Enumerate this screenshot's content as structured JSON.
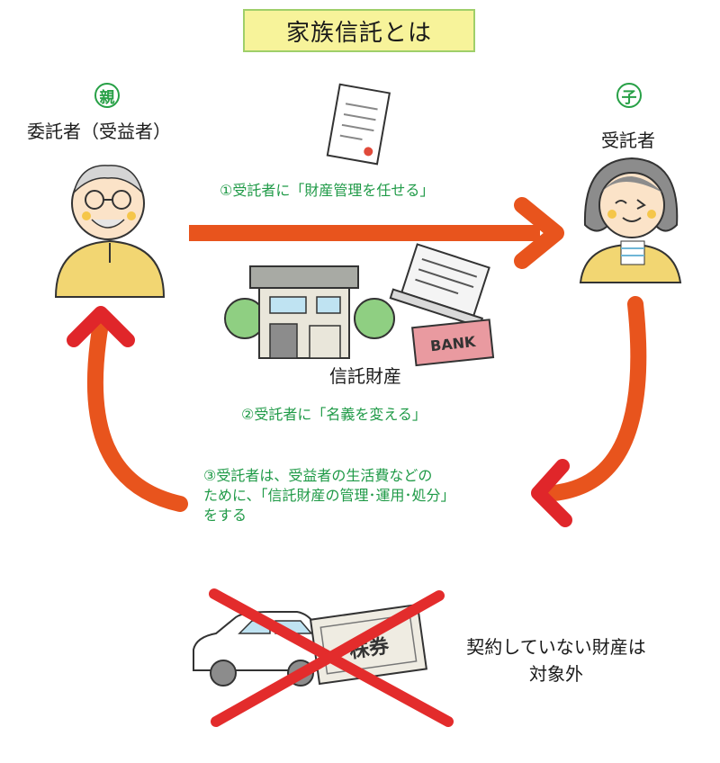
{
  "title": "家族信託とは",
  "parent": {
    "badge": "親",
    "role": "委託者（受益者）"
  },
  "child": {
    "badge": "子",
    "role": "受託者"
  },
  "steps": {
    "step1": "①受託者に「財産管理を任せる」",
    "step2": "②受託者に「名義を変える」",
    "step3_line1": "③受託者は、受益者の生活費などの",
    "step3_line2": "ために、「信託財産の管理･運用･処分」",
    "step3_line3": "をする"
  },
  "assets": {
    "label": "信託財産",
    "bank_sign": "BANK"
  },
  "excluded": {
    "line1": "契約していない財産は",
    "line2": "対象外",
    "stock_text": "株券"
  },
  "colors": {
    "arrow": "#e8541d",
    "arrow_head_red": "#e0262a",
    "step_text": "#1f9a47",
    "title_bg": "#f7f39a",
    "cross": "#e32c2c"
  },
  "icons": [
    "document-icon",
    "grandfather-icon",
    "woman-icon",
    "house-icon",
    "laptop-icon",
    "bank-card-icon",
    "car-icon",
    "stock-certificate-icon",
    "cross-out-icon"
  ]
}
